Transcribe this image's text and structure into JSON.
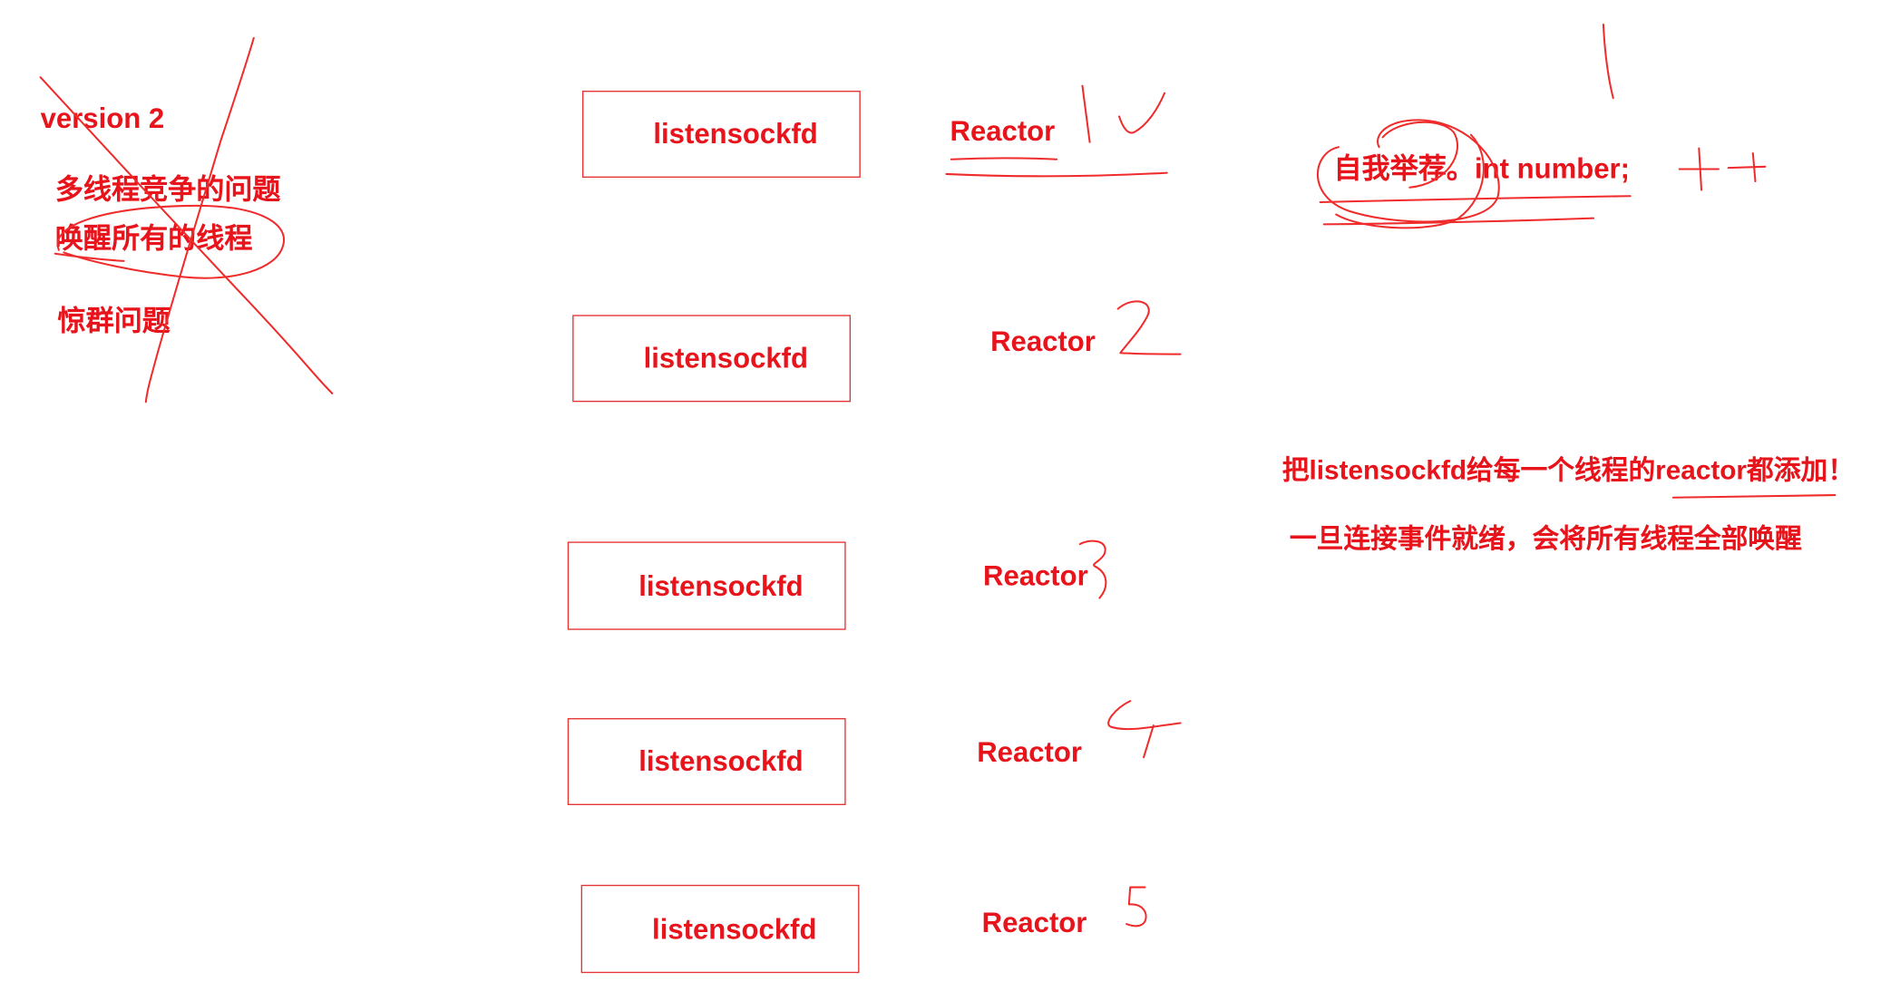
{
  "left_notes": {
    "version": "version 2",
    "problem_1": "多线程竞争的问题",
    "problem_2": "唤醒所有的线程",
    "problem_3": "惊群问题"
  },
  "threads": [
    {
      "fd_label": "listensockfd",
      "reactor_label": "Reactor",
      "hand_number": "1"
    },
    {
      "fd_label": "listensockfd",
      "reactor_label": "Reactor",
      "hand_number": "2"
    },
    {
      "fd_label": "listensockfd",
      "reactor_label": "Reactor",
      "hand_number": "3"
    },
    {
      "fd_label": "listensockfd",
      "reactor_label": "Reactor",
      "hand_number": "4"
    },
    {
      "fd_label": "listensockfd",
      "reactor_label": "Reactor",
      "hand_number": "5"
    }
  ],
  "right_notes": {
    "self_nominate": "自我举荐。int number;",
    "increment_mark": "++",
    "add_fd_note": "把listensockfd给每一个线程的reactor都添加！",
    "wakeup_note": "一旦连接事件就绪，会将所有线程全部唤醒"
  },
  "colors": {
    "ink": "#e8141c",
    "stroke": "#f02b2b",
    "box_border": "#e63232"
  }
}
